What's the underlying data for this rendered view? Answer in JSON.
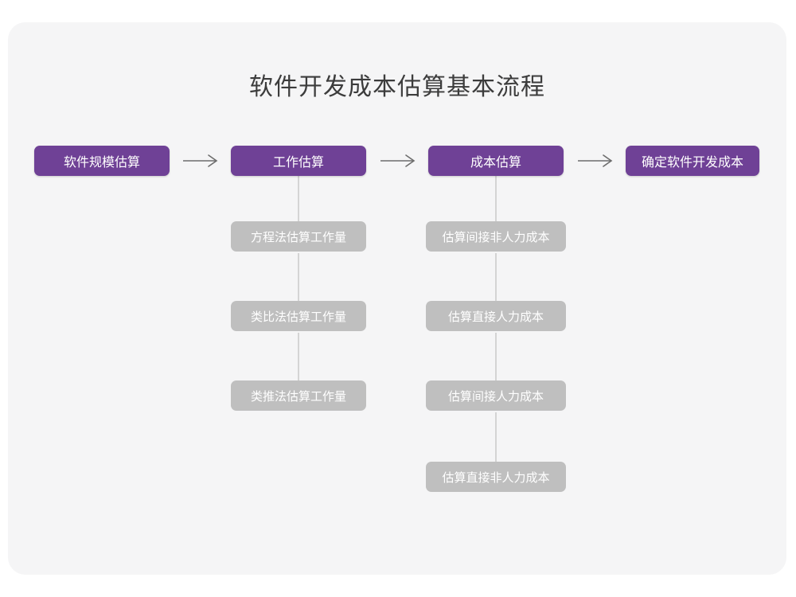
{
  "diagram": {
    "title": "软件开发成本估算基本流程",
    "colors": {
      "card_background": "#f5f5f6",
      "page_background": "#ffffff",
      "primary_node": "#6f4196",
      "secondary_node": "#bfbfbf",
      "node_text": "#ffffff",
      "title_text": "#3c3c3c",
      "connector_line": "#d4d4d4",
      "arrow": "#6d6d6d"
    },
    "main_stages": [
      {
        "label": "软件规模估算"
      },
      {
        "label": "工作估算"
      },
      {
        "label": "成本估算"
      },
      {
        "label": "确定软件开发成本"
      }
    ],
    "arrows": [
      {
        "name": "arrow-stage1-to-stage2",
        "glyph": "right-arrow"
      },
      {
        "name": "arrow-stage2-to-stage3",
        "glyph": "right-arrow"
      },
      {
        "name": "arrow-stage3-to-stage4",
        "glyph": "right-arrow"
      }
    ],
    "work_estimation_substeps": [
      {
        "label": "方程法估算工作量"
      },
      {
        "label": "类比法估算工作量"
      },
      {
        "label": "类推法估算工作量"
      }
    ],
    "cost_estimation_substeps": [
      {
        "label": "估算间接非人力成本"
      },
      {
        "label": "估算直接人力成本"
      },
      {
        "label": "估算间接人力成本"
      },
      {
        "label": "估算直接非人力成本"
      }
    ]
  }
}
